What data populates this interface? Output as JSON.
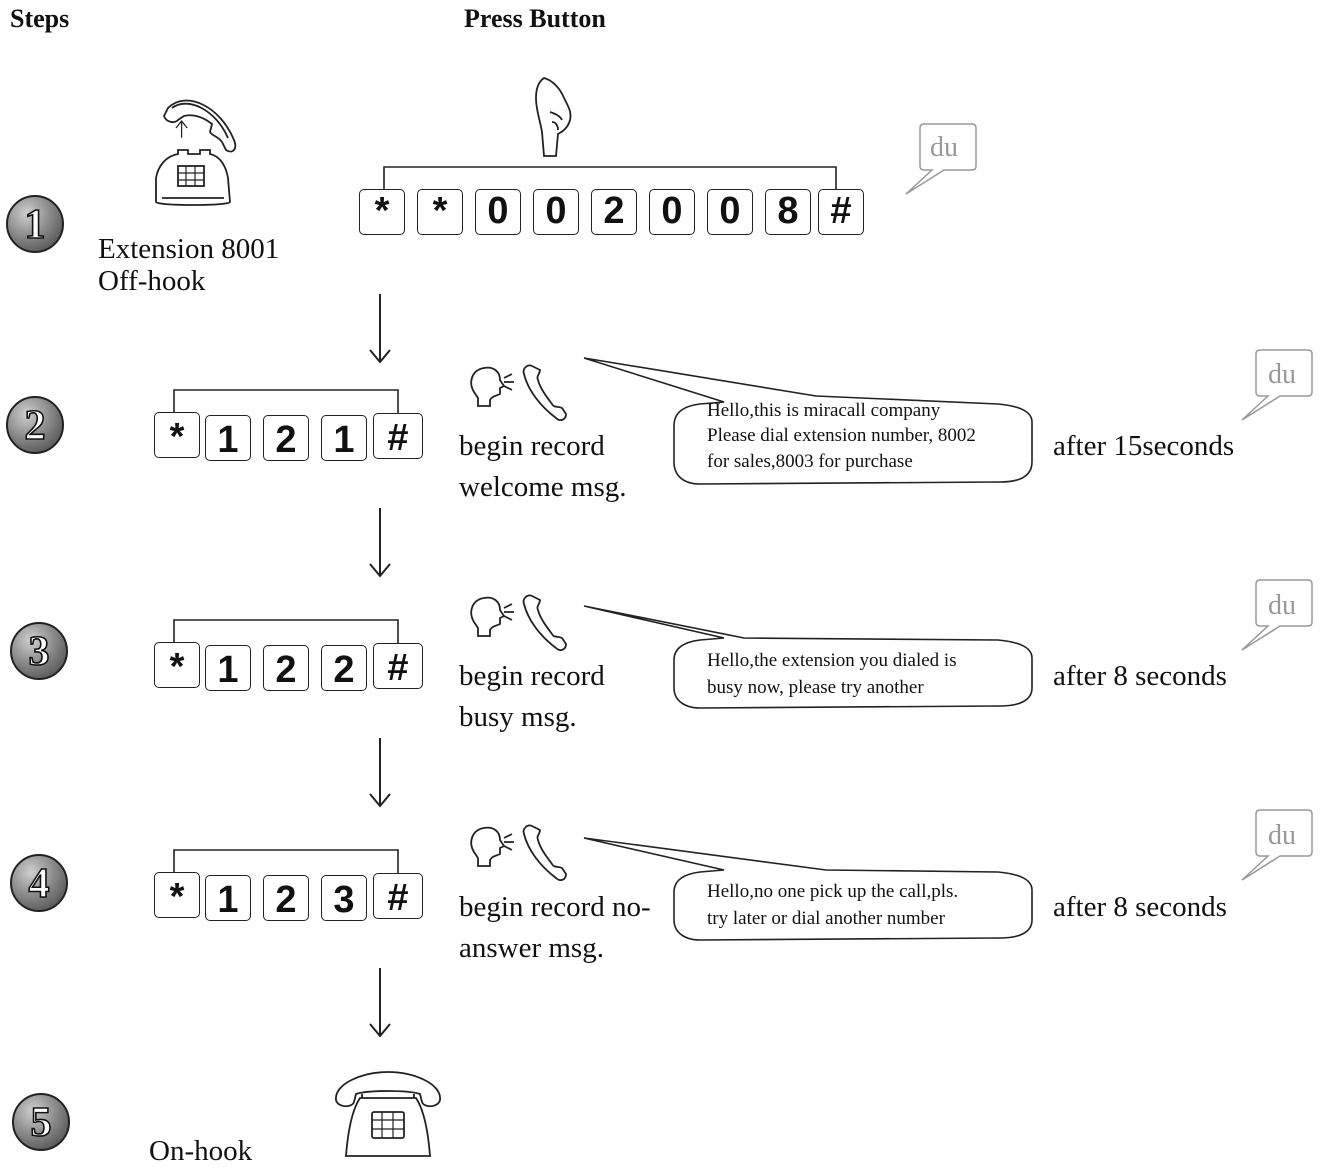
{
  "headers": {
    "steps": "Steps",
    "press": "Press Button"
  },
  "step_numbers": [
    "1",
    "2",
    "3",
    "4",
    "5"
  ],
  "step1": {
    "label_line1": "Extension 8001",
    "label_line2": "Off-hook",
    "keys": [
      "*",
      "*",
      "0",
      "0",
      "2",
      "0",
      "0",
      "8",
      "#"
    ],
    "du": "du"
  },
  "step2": {
    "keys": [
      "*",
      "1",
      "2",
      "1",
      "#"
    ],
    "desc_line1": "begin record",
    "desc_line2": "welcome msg.",
    "bubble_lines": [
      "Hello,this is miracall company",
      "Please dial extension number, 8002",
      "for sales,8003 for purchase"
    ],
    "after": "after 15seconds",
    "du": "du"
  },
  "step3": {
    "keys": [
      "*",
      "1",
      "2",
      "2",
      "#"
    ],
    "desc_line1": "begin record",
    "desc_line2": "busy msg.",
    "bubble_lines": [
      "Hello,the extension you dialed is",
      "busy now, please try another"
    ],
    "after": "after 8 seconds",
    "du": "du"
  },
  "step4": {
    "keys": [
      "*",
      "1",
      "2",
      "3",
      "#"
    ],
    "desc_line1": "begin record no-",
    "desc_line2": "answer msg.",
    "bubble_lines": [
      "Hello,no one pick up the call,pls.",
      "try later or dial another number"
    ],
    "after": "after 8 seconds",
    "du": "du"
  },
  "step5": {
    "label": "On-hook"
  },
  "icons": {
    "offhook_phone": "phone-offhook-icon",
    "onhook_phone": "phone-onhook-icon",
    "finger": "finger-pointer-icon",
    "speaker": "speaking-head-icon",
    "handset": "handset-icon",
    "arrow": "down-arrow-icon"
  }
}
